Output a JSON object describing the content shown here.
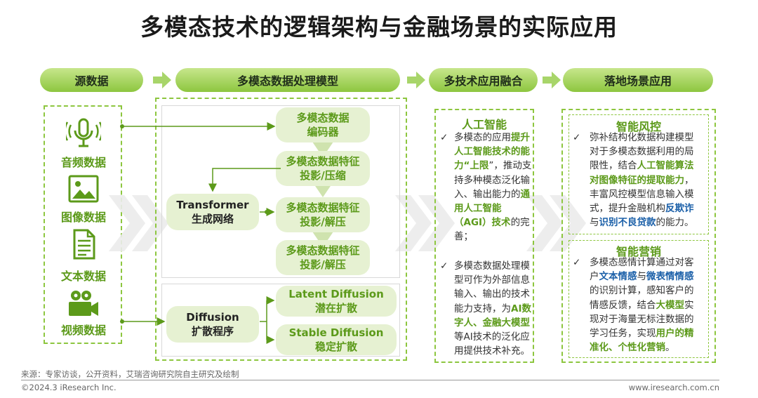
{
  "title": "多模态技术的逻辑架构与金融场景的实际应用",
  "headers": [
    "源数据",
    "多模态数据处理模型",
    "多技术应用融合",
    "落地场景应用"
  ],
  "sources": [
    {
      "label": "音频数据",
      "icon": "microphone-icon"
    },
    {
      "label": "图像数据",
      "icon": "image-icon"
    },
    {
      "label": "文本数据",
      "icon": "document-icon"
    },
    {
      "label": "视频数据",
      "icon": "video-camera-icon"
    }
  ],
  "model": {
    "encoder": [
      "多模态数据",
      "编码器"
    ],
    "feat1": [
      "多模态数据特征",
      "投影/压缩"
    ],
    "feat2": [
      "多模态数据特征",
      "投影/解压"
    ],
    "feat3": [
      "多模态数据特征",
      "投影/解压"
    ],
    "transformer": [
      "Transformer",
      "生成网络"
    ],
    "diffusion": [
      "Diffusion",
      "扩散程序"
    ],
    "latent": [
      "Latent Diffusion",
      "潜在扩散"
    ],
    "stable": [
      "Stable Diffusion",
      "稳定扩散"
    ]
  },
  "fusion": {
    "heading": "人工智能",
    "p1": [
      {
        "t": "多模态的应用"
      },
      {
        "t": "提",
        "s": "g"
      },
      {
        "t": "升人工智能技术",
        "s": "g"
      },
      {
        "t": "的能力“上",
        "s": "g"
      },
      {
        "t": "限",
        "s": "g"
      },
      {
        "t": "”，推动支持"
      },
      {
        "t": "多种模态泛化输"
      },
      {
        "t": "入、输出能力的"
      },
      {
        "t": "通用人工智能",
        "s": "g"
      },
      {
        "t": "（AGI）技术",
        "s": "g"
      },
      {
        "t": "的"
      },
      {
        "t": "完善；"
      }
    ],
    "p2": [
      {
        "t": "多模态数据处理"
      },
      {
        "t": "模型可作为外部"
      },
      {
        "t": "信息输入、输出"
      },
      {
        "t": "的技术能力支"
      },
      {
        "t": "持，为"
      },
      {
        "t": "AI数字",
        "s": "g"
      },
      {
        "t": "人、金融大模型",
        "s": "g"
      },
      {
        "t": "等AI技术的泛化"
      },
      {
        "t": "应用提供技术补"
      },
      {
        "t": "充。"
      }
    ]
  },
  "scenes": {
    "risk_heading": "智能风控",
    "risk": [
      [
        {
          "t": "弥补结构化数据构建模型"
        }
      ],
      [
        {
          "t": "对于多模态数据利用的局"
        }
      ],
      [
        {
          "t": "限性，结合"
        },
        {
          "t": "人工智能算法",
          "s": "g"
        }
      ],
      [
        {
          "t": "对图像特征的提取能力",
          "s": "g"
        },
        {
          "t": "，"
        }
      ],
      [
        {
          "t": "丰富风控模型信息输入模"
        }
      ],
      [
        {
          "t": "式，提升金融机构"
        },
        {
          "t": "反欺诈",
          "s": "b"
        }
      ],
      [
        {
          "t": "与"
        },
        {
          "t": "识别不良贷款",
          "s": "b"
        },
        {
          "t": "的能力。"
        }
      ]
    ],
    "mkt_heading": "智能营销",
    "mkt": [
      [
        {
          "t": "多模态感情计算通过对客"
        }
      ],
      [
        {
          "t": "户"
        },
        {
          "t": "文本情感",
          "s": "b"
        },
        {
          "t": "与"
        },
        {
          "t": "微表情情感",
          "s": "b"
        }
      ],
      [
        {
          "t": "的识别计算，感知客户的"
        }
      ],
      [
        {
          "t": "情感反馈，结合"
        },
        {
          "t": "大模型",
          "s": "g"
        },
        {
          "t": "实"
        }
      ],
      [
        {
          "t": "现对于海量无标注数据的"
        }
      ],
      [
        {
          "t": "学习任务，实现"
        },
        {
          "t": "用户的精",
          "s": "g"
        }
      ],
      [
        {
          "t": "准化、个性化营销",
          "s": "g"
        },
        {
          "t": "。"
        }
      ]
    ]
  },
  "footer": {
    "source": "来源：专家访谈，公开资料，艾瑞咨询研究院自主研究及绘制",
    "copyright": "©2024.3 iResearch Inc.",
    "website": "www.iresearch.com.cn"
  },
  "colors": {
    "accent": "#8dc63f",
    "text_green": "#5c9a1a",
    "text_blue": "#1a5fa8",
    "pill_bg": "#e6f1d2"
  }
}
